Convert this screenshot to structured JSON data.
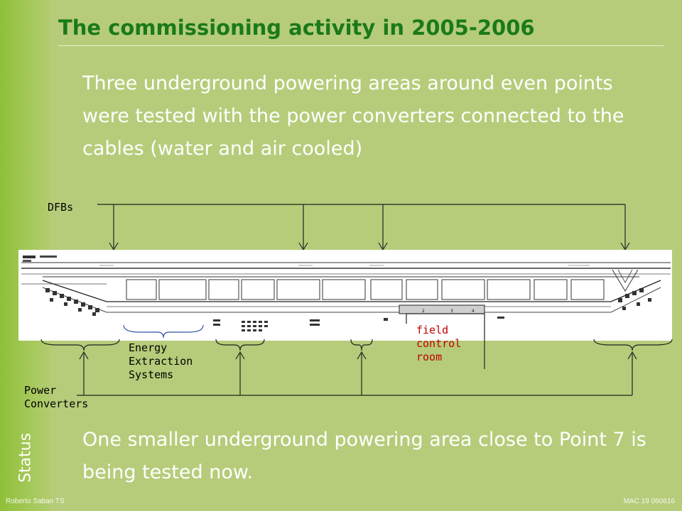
{
  "title": "The commissioning activity in 2005-2006",
  "paragraph1": "Three underground powering areas around even points  were tested with the power converters connected to the cables (water and air cooled)",
  "paragraph2": "One smaller underground powering area close to Point 7 is being tested now.",
  "labels": {
    "dfbs": "DFBs",
    "energy_extraction": "Energy\nExtraction\nSystems",
    "field_control_room": "field\ncontrol\nroom",
    "power_converters": "Power\nConverters"
  },
  "sidebar_label": "Status",
  "footer": {
    "left": "Roberto Saban TS",
    "right": "MAC 19  060616"
  },
  "colors": {
    "background": "#b6cc7a",
    "title": "#1a7a1a",
    "body_text": "#ffffff",
    "field_label": "#c00000"
  }
}
